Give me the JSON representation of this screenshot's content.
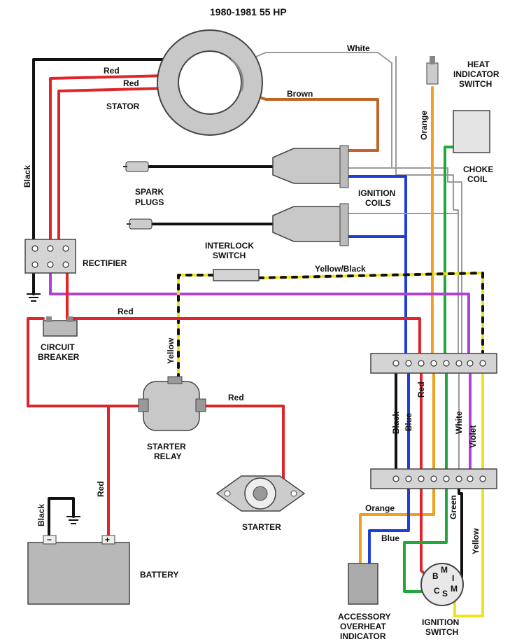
{
  "title": "1980-1981 55 HP",
  "components": {
    "stator": "STATOR",
    "spark_plugs": [
      "SPARK",
      "PLUGS"
    ],
    "ignition_coils": [
      "IGNITION",
      "COILS"
    ],
    "rectifier": "RECTIFIER",
    "interlock_switch": [
      "INTERLOCK",
      "SWITCH"
    ],
    "circuit_breaker": [
      "CIRCUIT",
      "BREAKER"
    ],
    "starter_relay": [
      "STARTER",
      "RELAY"
    ],
    "starter": "STARTER",
    "battery": "BATTERY",
    "heat_indicator_switch": [
      "HEAT",
      "INDICATOR",
      "SWITCH"
    ],
    "choke_coil": [
      "CHOKE",
      "COIL"
    ],
    "accessory_overheat_indicator": [
      "ACCESSORY",
      "OVERHEAT",
      "INDICATOR"
    ],
    "ignition_switch": [
      "IGNITION",
      "SWITCH"
    ]
  },
  "wire_labels": {
    "white": "White",
    "red_1": "Red",
    "red_2": "Red",
    "brown": "Brown",
    "black_left": "Black",
    "orange_top": "Orange",
    "yellow_black": "Yellow/Black",
    "red_mid": "Red",
    "yellow_left": "Yellow",
    "red_relay": "Red",
    "red_battery": "Red",
    "black_battery": "Black",
    "black_harness": "Black",
    "blue_harness": "Blue",
    "red_harness": "Red",
    "white_harness": "White",
    "violet_harness": "Violet",
    "orange_bottom": "Orange",
    "blue_bottom": "Blue",
    "green_bottom": "Green",
    "yellow_bottom": "Yellow"
  },
  "battery_terminals": {
    "negative": "−",
    "positive": "+"
  },
  "ignition_switch_terminals": [
    "B",
    "M",
    "I",
    "C",
    "S",
    "M"
  ],
  "colors": {
    "red": "#e0242a",
    "black": "#111111",
    "blue": "#1f3fd4",
    "green": "#22a83a",
    "yellow": "#f2e21a",
    "orange": "#f0a020",
    "violet": "#b040d8",
    "brown": "#c0642a",
    "white_wire": "#9a9a9a",
    "component_grey": "#c8c8c8"
  }
}
